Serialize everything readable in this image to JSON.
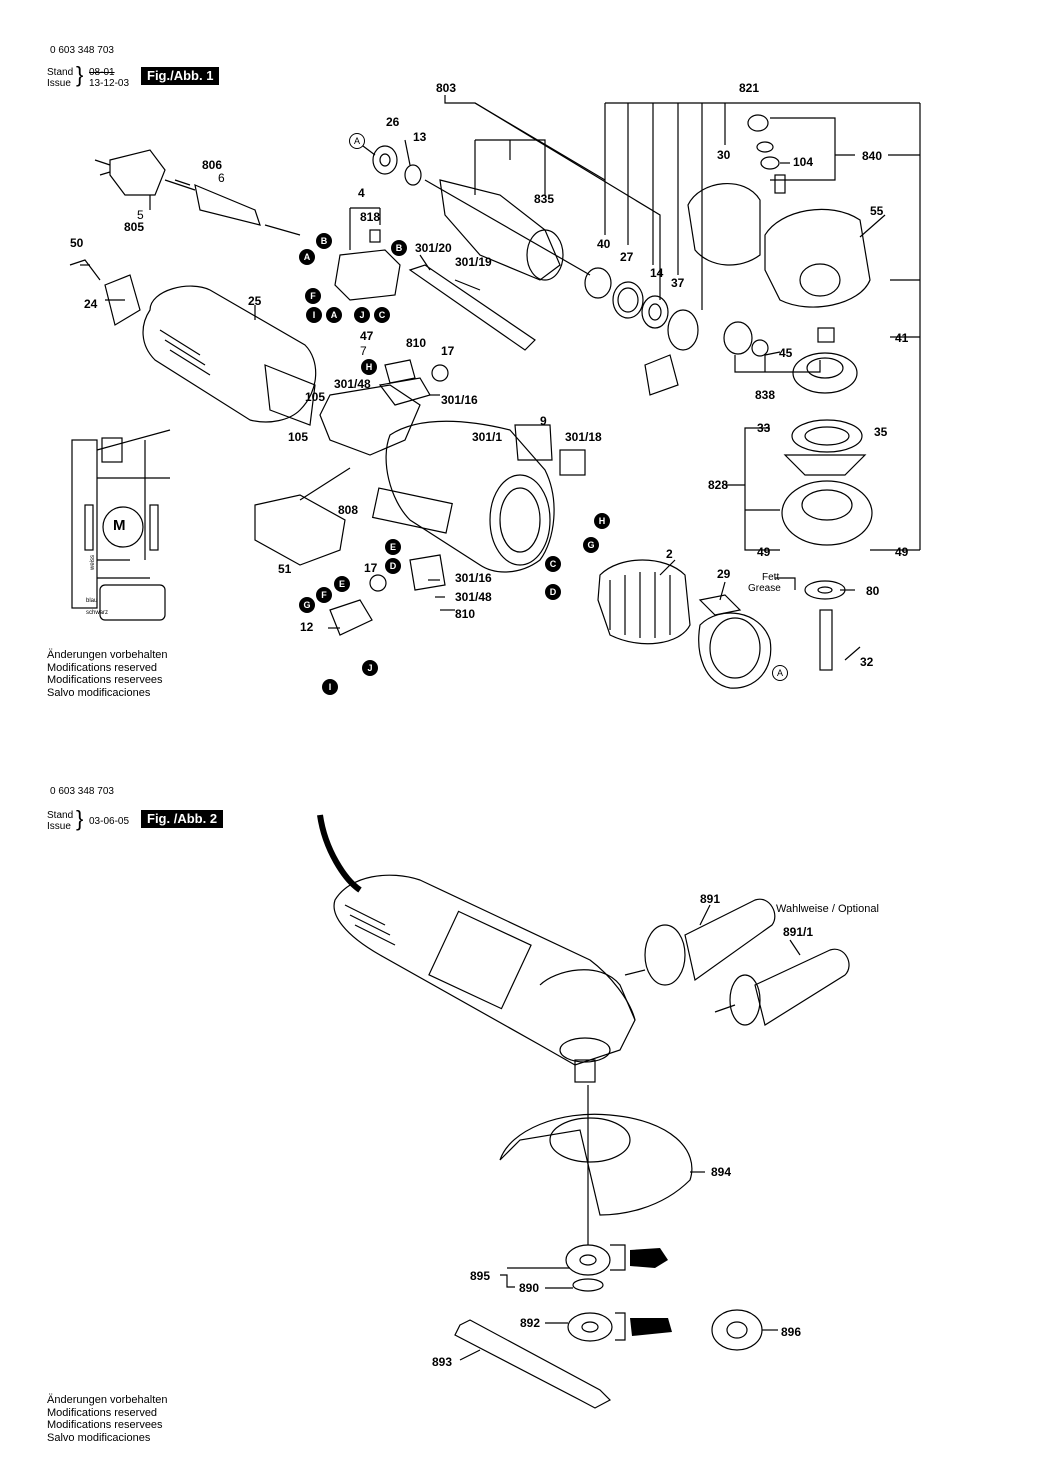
{
  "fig1": {
    "doc_number": "0 603 348 703",
    "stand_label": "Stand",
    "issue_label": "Issue",
    "date_struck": "08-01",
    "date": "13-12-03",
    "title": "Fig./Abb. 1",
    "parts": {
      "p803": "803",
      "p821": "821",
      "p26": "26",
      "p13": "13",
      "p835": "835",
      "p806": "806",
      "p6": "6",
      "p5": "5",
      "p805": "805",
      "p4": "4",
      "p818": "818",
      "p50": "50",
      "p24": "24",
      "p25": "25",
      "p301_20": "301/20",
      "p301_19": "301/19",
      "p40": "40",
      "p27": "27",
      "p14": "14",
      "p37": "37",
      "p30": "30",
      "p104": "104",
      "p840": "840",
      "p55": "55",
      "p47": "47",
      "p7": "7",
      "p810a": "810",
      "p17a": "17",
      "p301_48a": "301/48",
      "p301_16a": "301/16",
      "p105a": "105",
      "p105b": "105",
      "p45": "45",
      "p838": "838",
      "p41": "41",
      "p9": "9",
      "p301_1": "301/1",
      "p301_18": "301/18",
      "p33": "33",
      "p35": "35",
      "p828": "828",
      "p808": "808",
      "p51": "51",
      "p2": "2",
      "p17b": "17",
      "p301_16b": "301/16",
      "p301_48b": "301/48",
      "p810b": "810",
      "p12": "12",
      "p29": "29",
      "p49a": "49",
      "p49b": "49",
      "p80": "80",
      "p32": "32"
    },
    "fett": "Fett",
    "grease": "Grease",
    "motor": "M",
    "wire_blau": "blau",
    "wire_schwarz": "schwarz",
    "wire_weiss": "weiss",
    "markers": {
      "A": "A",
      "B": "B",
      "C": "C",
      "D": "D",
      "E": "E",
      "F": "F",
      "G": "G",
      "H": "H",
      "I": "I",
      "J": "J"
    },
    "notes": [
      "Änderungen vorbehalten",
      "Modifications reserved",
      "Modifications reservees",
      "Salvo modificaciones"
    ]
  },
  "fig2": {
    "doc_number": "0 603 348 703",
    "stand_label": "Stand",
    "issue_label": "Issue",
    "date": "03-06-05",
    "title": "Fig. /Abb. 2",
    "optional": "Wahlweise / Optional",
    "parts": {
      "p891": "891",
      "p891_1": "891/1",
      "p894": "894",
      "p895": "895",
      "p890": "890",
      "p892": "892",
      "p896": "896",
      "p893": "893"
    },
    "notes": [
      "Änderungen vorbehalten",
      "Modifications reserved",
      "Modifications reservees",
      "Salvo modificaciones"
    ]
  }
}
